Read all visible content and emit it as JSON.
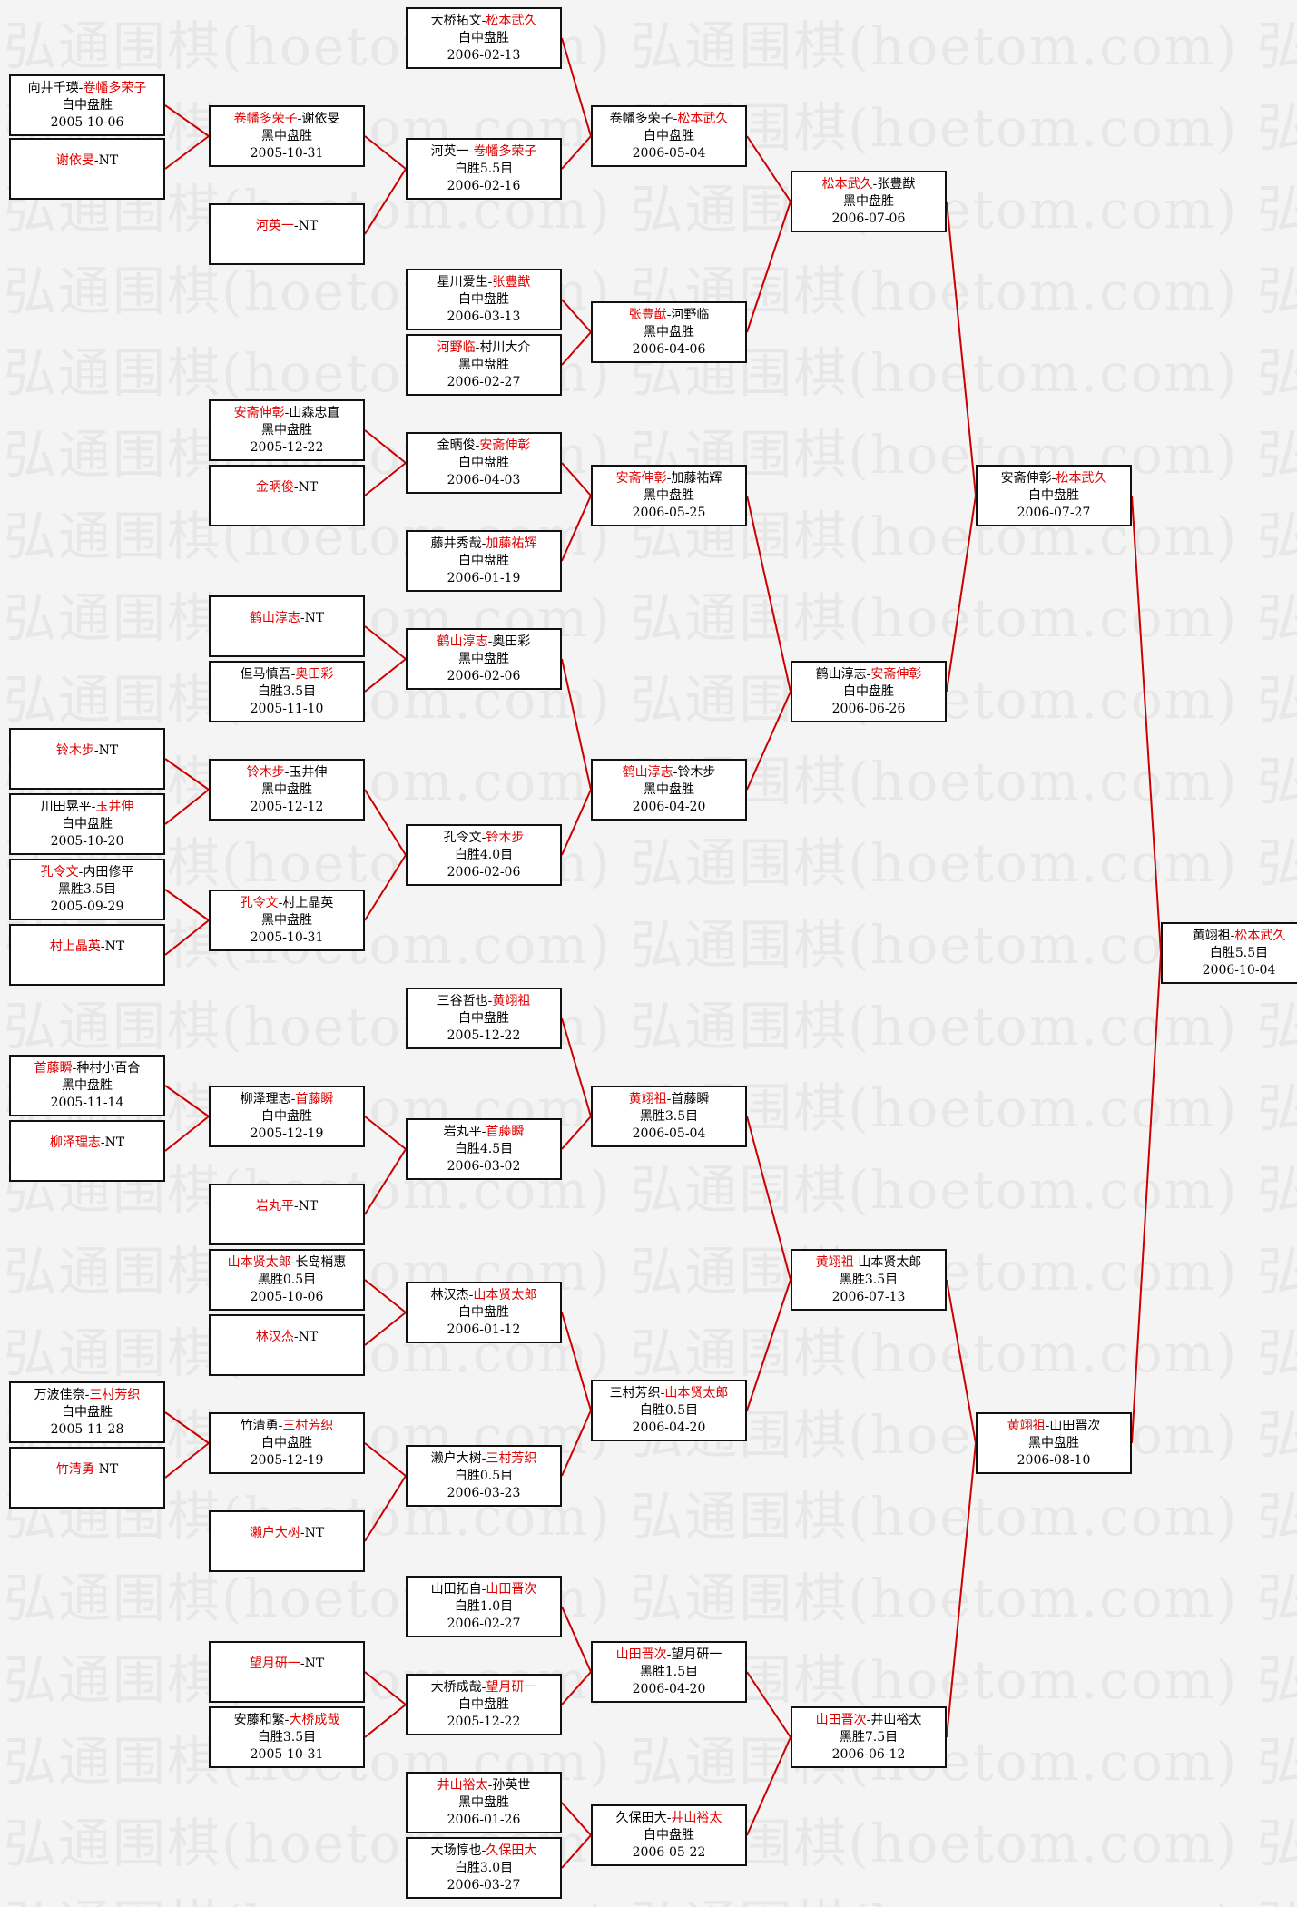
{
  "watermark": "弘通围棋(hoetom.com)",
  "colors": {
    "winner": "#e00000",
    "connector": "#cc0000",
    "border": "#111111"
  },
  "matches": [
    {
      "id": "r1-1",
      "p1": "向井千瑛",
      "p2": "卷幡多荣子",
      "w": 2,
      "res": "白中盘胜",
      "date": "2005-10-06"
    },
    {
      "id": "r1-2",
      "p1": "谢依旻",
      "p2": "NT",
      "w": 1,
      "res": "",
      "date": ""
    },
    {
      "id": "r1-3",
      "p1": "铃木步",
      "p2": "NT",
      "w": 1,
      "res": "",
      "date": ""
    },
    {
      "id": "r1-4",
      "p1": "川田晃平",
      "p2": "玉井伸",
      "w": 2,
      "res": "白中盘胜",
      "date": "2005-10-20"
    },
    {
      "id": "r1-5",
      "p1": "孔令文",
      "p2": "内田修平",
      "w": 1,
      "res": "黑胜3.5目",
      "date": "2005-09-29"
    },
    {
      "id": "r1-6",
      "p1": "村上晶英",
      "p2": "NT",
      "w": 1,
      "res": "",
      "date": ""
    },
    {
      "id": "r1-7",
      "p1": "首藤瞬",
      "p2": "种村小百合",
      "w": 1,
      "res": "黑中盘胜",
      "date": "2005-11-14"
    },
    {
      "id": "r1-8",
      "p1": "柳泽理志",
      "p2": "NT",
      "w": 1,
      "res": "",
      "date": ""
    },
    {
      "id": "r1-9",
      "p1": "万波佳奈",
      "p2": "三村芳织",
      "w": 2,
      "res": "白中盘胜",
      "date": "2005-11-28"
    },
    {
      "id": "r1-10",
      "p1": "竹清勇",
      "p2": "NT",
      "w": 1,
      "res": "",
      "date": ""
    },
    {
      "id": "r2-1",
      "p1": "卷幡多荣子",
      "p2": "谢依旻",
      "w": 1,
      "res": "黑中盘胜",
      "date": "2005-10-31"
    },
    {
      "id": "r2-2",
      "p1": "河英一",
      "p2": "NT",
      "w": 1,
      "res": "",
      "date": ""
    },
    {
      "id": "r2-3",
      "p1": "安斋伸彰",
      "p2": "山森忠直",
      "w": 1,
      "res": "黑中盘胜",
      "date": "2005-12-22"
    },
    {
      "id": "r2-4",
      "p1": "金昞俊",
      "p2": "NT",
      "w": 1,
      "res": "",
      "date": ""
    },
    {
      "id": "r2-5",
      "p1": "鹤山淳志",
      "p2": "NT",
      "w": 1,
      "res": "",
      "date": ""
    },
    {
      "id": "r2-6",
      "p1": "但马慎吾",
      "p2": "奥田彩",
      "w": 2,
      "res": "白胜3.5目",
      "date": "2005-11-10"
    },
    {
      "id": "r2-7",
      "p1": "铃木步",
      "p2": "玉井伸",
      "w": 1,
      "res": "黑中盘胜",
      "date": "2005-12-12"
    },
    {
      "id": "r2-8",
      "p1": "孔令文",
      "p2": "村上晶英",
      "w": 1,
      "res": "黑中盘胜",
      "date": "2005-10-31"
    },
    {
      "id": "r2-9",
      "p1": "柳泽理志",
      "p2": "首藤瞬",
      "w": 2,
      "res": "白中盘胜",
      "date": "2005-12-19"
    },
    {
      "id": "r2-10",
      "p1": "岩丸平",
      "p2": "NT",
      "w": 1,
      "res": "",
      "date": ""
    },
    {
      "id": "r2-11",
      "p1": "山本贤太郎",
      "p2": "长岛梢惠",
      "w": 1,
      "res": "黑胜0.5目",
      "date": "2005-10-06"
    },
    {
      "id": "r2-12",
      "p1": "林汉杰",
      "p2": "NT",
      "w": 1,
      "res": "",
      "date": ""
    },
    {
      "id": "r2-13",
      "p1": "竹清勇",
      "p2": "三村芳织",
      "w": 2,
      "res": "白中盘胜",
      "date": "2005-12-19"
    },
    {
      "id": "r2-14",
      "p1": "濑户大树",
      "p2": "NT",
      "w": 1,
      "res": "",
      "date": ""
    },
    {
      "id": "r2-15",
      "p1": "望月研一",
      "p2": "NT",
      "w": 1,
      "res": "",
      "date": ""
    },
    {
      "id": "r2-16",
      "p1": "安藤和繁",
      "p2": "大桥成哉",
      "w": 2,
      "res": "白胜3.5目",
      "date": "2005-10-31"
    },
    {
      "id": "r3-1",
      "p1": "大桥拓文",
      "p2": "松本武久",
      "w": 2,
      "res": "白中盘胜",
      "date": "2006-02-13"
    },
    {
      "id": "r3-2",
      "p1": "河英一",
      "p2": "卷幡多荣子",
      "w": 2,
      "res": "白胜5.5目",
      "date": "2006-02-16"
    },
    {
      "id": "r3-3",
      "p1": "星川爱生",
      "p2": "张豊猷",
      "w": 2,
      "res": "白中盘胜",
      "date": "2006-03-13"
    },
    {
      "id": "r3-4",
      "p1": "河野临",
      "p2": "村川大介",
      "w": 1,
      "res": "黑中盘胜",
      "date": "2006-02-27"
    },
    {
      "id": "r3-5",
      "p1": "金昞俊",
      "p2": "安斋伸彰",
      "w": 2,
      "res": "白中盘胜",
      "date": "2006-04-03"
    },
    {
      "id": "r3-6",
      "p1": "藤井秀哉",
      "p2": "加藤祐辉",
      "w": 2,
      "res": "白中盘胜",
      "date": "2006-01-19"
    },
    {
      "id": "r3-7",
      "p1": "鹤山淳志",
      "p2": "奥田彩",
      "w": 1,
      "res": "黑中盘胜",
      "date": "2006-02-06"
    },
    {
      "id": "r3-8",
      "p1": "孔令文",
      "p2": "铃木步",
      "w": 2,
      "res": "白胜4.0目",
      "date": "2006-02-06"
    },
    {
      "id": "r3-9",
      "p1": "三谷哲也",
      "p2": "黄翊祖",
      "w": 2,
      "res": "白中盘胜",
      "date": "2005-12-22"
    },
    {
      "id": "r3-10",
      "p1": "岩丸平",
      "p2": "首藤瞬",
      "w": 2,
      "res": "白胜4.5目",
      "date": "2006-03-02"
    },
    {
      "id": "r3-11",
      "p1": "林汉杰",
      "p2": "山本贤太郎",
      "w": 2,
      "res": "白中盘胜",
      "date": "2006-01-12"
    },
    {
      "id": "r3-12",
      "p1": "濑户大树",
      "p2": "三村芳织",
      "w": 2,
      "res": "白胜0.5目",
      "date": "2006-03-23"
    },
    {
      "id": "r3-13",
      "p1": "山田拓自",
      "p2": "山田晋次",
      "w": 2,
      "res": "白胜1.0目",
      "date": "2006-02-27"
    },
    {
      "id": "r3-14",
      "p1": "大桥成哉",
      "p2": "望月研一",
      "w": 2,
      "res": "白中盘胜",
      "date": "2005-12-22"
    },
    {
      "id": "r3-15",
      "p1": "井山裕太",
      "p2": "孙英世",
      "w": 1,
      "res": "黑中盘胜",
      "date": "2006-01-26"
    },
    {
      "id": "r3-16",
      "p1": "大场惇也",
      "p2": "久保田大",
      "w": 2,
      "res": "白胜3.0目",
      "date": "2006-03-27"
    },
    {
      "id": "r4-1",
      "p1": "卷幡多荣子",
      "p2": "松本武久",
      "w": 2,
      "res": "白中盘胜",
      "date": "2006-05-04"
    },
    {
      "id": "r4-2",
      "p1": "张豊猷",
      "p2": "河野临",
      "w": 1,
      "res": "黑中盘胜",
      "date": "2006-04-06"
    },
    {
      "id": "r4-3",
      "p1": "安斋伸彰",
      "p2": "加藤祐辉",
      "w": 1,
      "res": "黑中盘胜",
      "date": "2006-05-25"
    },
    {
      "id": "r4-4",
      "p1": "鹤山淳志",
      "p2": "铃木步",
      "w": 1,
      "res": "黑中盘胜",
      "date": "2006-04-20"
    },
    {
      "id": "r4-5",
      "p1": "黄翊祖",
      "p2": "首藤瞬",
      "w": 1,
      "res": "黑胜3.5目",
      "date": "2006-05-04"
    },
    {
      "id": "r4-6",
      "p1": "三村芳织",
      "p2": "山本贤太郎",
      "w": 2,
      "res": "白胜0.5目",
      "date": "2006-04-20"
    },
    {
      "id": "r4-7",
      "p1": "山田晋次",
      "p2": "望月研一",
      "w": 1,
      "res": "黑胜1.5目",
      "date": "2006-04-20"
    },
    {
      "id": "r4-8",
      "p1": "久保田大",
      "p2": "井山裕太",
      "w": 2,
      "res": "白中盘胜",
      "date": "2006-05-22"
    },
    {
      "id": "r5-1",
      "p1": "松本武久",
      "p2": "张豊猷",
      "w": 1,
      "res": "黑中盘胜",
      "date": "2006-07-06"
    },
    {
      "id": "r5-2",
      "p1": "鹤山淳志",
      "p2": "安斋伸彰",
      "w": 2,
      "res": "白中盘胜",
      "date": "2006-06-26"
    },
    {
      "id": "r5-3",
      "p1": "黄翊祖",
      "p2": "山本贤太郎",
      "w": 1,
      "res": "黑胜3.5目",
      "date": "2006-07-13"
    },
    {
      "id": "r5-4",
      "p1": "山田晋次",
      "p2": "井山裕太",
      "w": 1,
      "res": "黑胜7.5目",
      "date": "2006-06-12"
    },
    {
      "id": "r6-1",
      "p1": "安斋伸彰",
      "p2": "松本武久",
      "w": 2,
      "res": "白中盘胜",
      "date": "2006-07-27"
    },
    {
      "id": "r6-2",
      "p1": "黄翊祖",
      "p2": "山田晋次",
      "w": 1,
      "res": "黑中盘胜",
      "date": "2006-08-10"
    },
    {
      "id": "final",
      "p1": "黄翊祖",
      "p2": "松本武久",
      "w": 2,
      "res": "白胜5.5目",
      "date": "2006-10-04"
    }
  ]
}
